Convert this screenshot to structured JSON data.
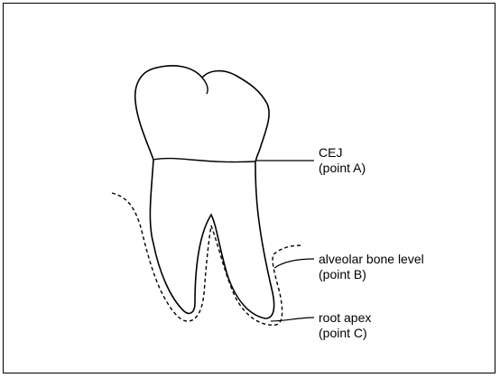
{
  "labels": {
    "cej": {
      "title": "CEJ",
      "point": "(point A)"
    },
    "bone": {
      "title": "alveolar bone level",
      "point": "(point B)"
    },
    "apex": {
      "title": "root apex",
      "point": "(point C)"
    }
  },
  "colors": {
    "line": "#000000",
    "background": "#ffffff"
  }
}
